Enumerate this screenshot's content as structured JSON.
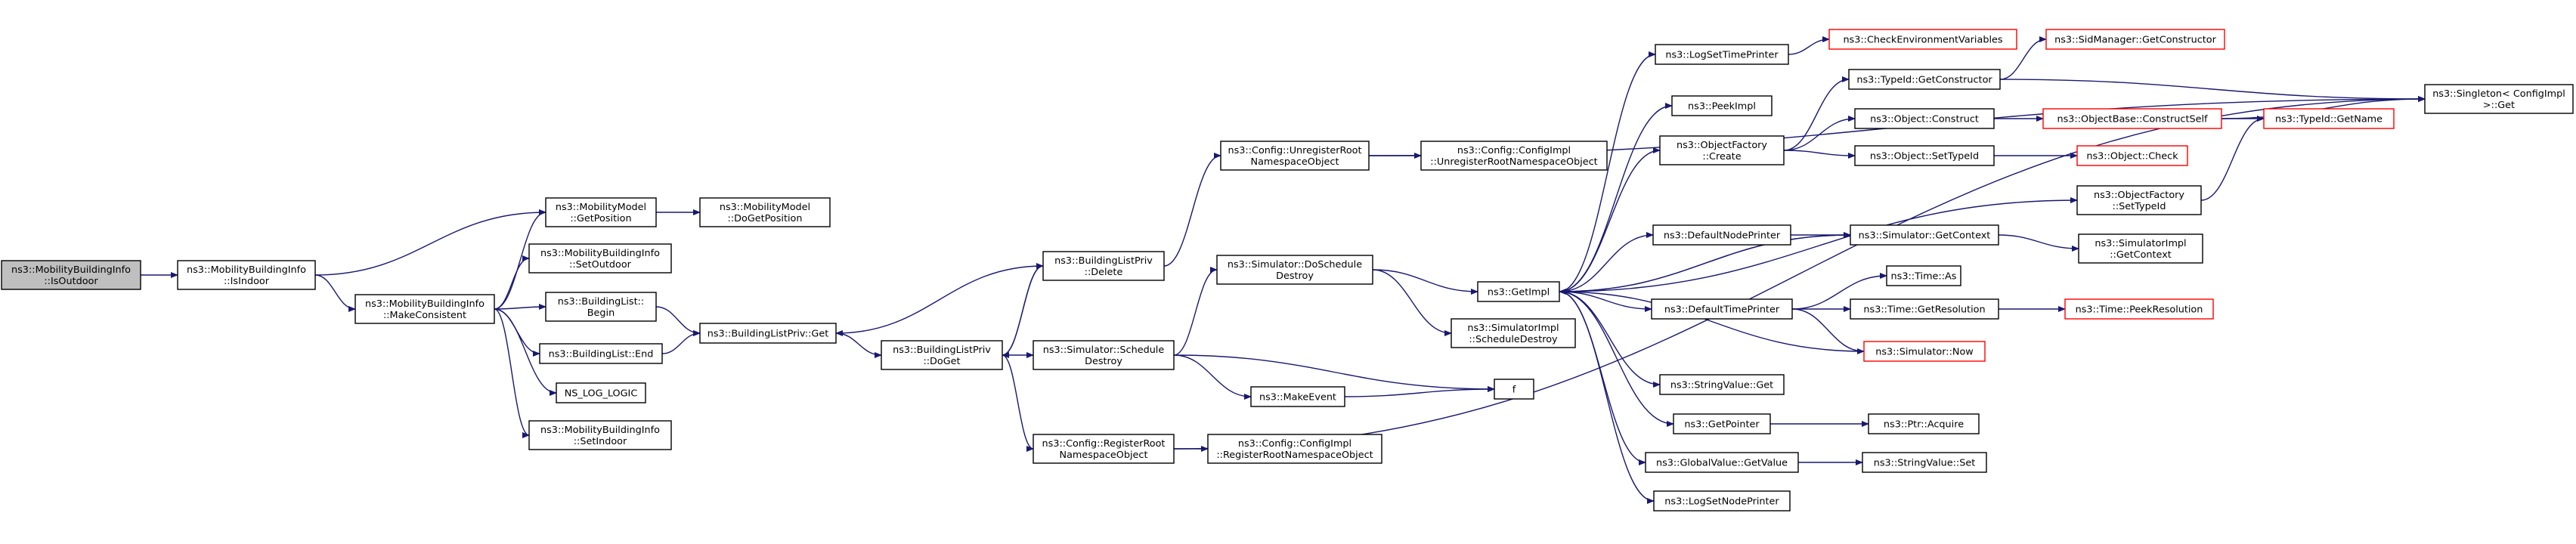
{
  "colors": {
    "edge": "#191970",
    "border_normal": "#000000",
    "border_truncated": "#ff0000",
    "fill_normal": "#ffffff",
    "fill_root": "#bfbfbf"
  },
  "nodes": [
    {
      "id": "isoutdoor",
      "lines": [
        "ns3::MobilityBuildingInfo",
        "::IsOutdoor"
      ],
      "style": "root"
    },
    {
      "id": "isindoor",
      "lines": [
        "ns3::MobilityBuildingInfo",
        "::IsIndoor"
      ],
      "style": "normal"
    },
    {
      "id": "makeconsistent",
      "lines": [
        "ns3::MobilityBuildingInfo",
        "::MakeConsistent"
      ],
      "style": "normal"
    },
    {
      "id": "getposition",
      "lines": [
        "ns3::MobilityModel",
        "::GetPosition"
      ],
      "style": "normal"
    },
    {
      "id": "dogetposition",
      "lines": [
        "ns3::MobilityModel",
        "::DoGetPosition"
      ],
      "style": "normal"
    },
    {
      "id": "setoutdoor",
      "lines": [
        "ns3::MobilityBuildingInfo",
        "::SetOutdoor"
      ],
      "style": "normal"
    },
    {
      "id": "blbegin",
      "lines": [
        "ns3::BuildingList::",
        "Begin"
      ],
      "style": "normal"
    },
    {
      "id": "blend",
      "lines": [
        "ns3::BuildingList::End"
      ],
      "style": "normal"
    },
    {
      "id": "nslog",
      "lines": [
        "NS_LOG_LOGIC"
      ],
      "style": "normal"
    },
    {
      "id": "setindoor",
      "lines": [
        "ns3::MobilityBuildingInfo",
        "::SetIndoor"
      ],
      "style": "normal"
    },
    {
      "id": "blpget",
      "lines": [
        "ns3::BuildingListPriv::Get"
      ],
      "style": "normal"
    },
    {
      "id": "blpdoget",
      "lines": [
        "ns3::BuildingListPriv",
        "::DoGet"
      ],
      "style": "normal"
    },
    {
      "id": "blpdelete",
      "lines": [
        "ns3::BuildingListPriv",
        "::Delete"
      ],
      "style": "normal"
    },
    {
      "id": "unregroot",
      "lines": [
        "ns3::Config::UnregisterRoot",
        "NamespaceObject"
      ],
      "style": "normal"
    },
    {
      "id": "cfgunreg",
      "lines": [
        "ns3::Config::ConfigImpl",
        "::UnregisterRootNamespaceObject"
      ],
      "style": "normal"
    },
    {
      "id": "doschedule",
      "lines": [
        "ns3::Simulator::DoSchedule",
        "Destroy"
      ],
      "style": "normal"
    },
    {
      "id": "scheddestroy",
      "lines": [
        "ns3::Simulator::Schedule",
        "Destroy"
      ],
      "style": "normal"
    },
    {
      "id": "simimplsched",
      "lines": [
        "ns3::SimulatorImpl",
        "::ScheduleDestroy"
      ],
      "style": "normal"
    },
    {
      "id": "makeevent",
      "lines": [
        "ns3::MakeEvent"
      ],
      "style": "normal"
    },
    {
      "id": "f",
      "lines": [
        "f"
      ],
      "style": "normal"
    },
    {
      "id": "regroot",
      "lines": [
        "ns3::Config::RegisterRoot",
        "NamespaceObject"
      ],
      "style": "normal"
    },
    {
      "id": "cfgreg",
      "lines": [
        "ns3::Config::ConfigImpl",
        "::RegisterRootNamespaceObject"
      ],
      "style": "normal"
    },
    {
      "id": "getimpl",
      "lines": [
        "ns3::GetImpl"
      ],
      "style": "normal"
    },
    {
      "id": "logsettime",
      "lines": [
        "ns3::LogSetTimePrinter"
      ],
      "style": "normal"
    },
    {
      "id": "peekimpl",
      "lines": [
        "ns3::PeekImpl"
      ],
      "style": "normal"
    },
    {
      "id": "objfactcreate",
      "lines": [
        "ns3::ObjectFactory",
        "::Create"
      ],
      "style": "normal"
    },
    {
      "id": "defnodeprinter",
      "lines": [
        "ns3::DefaultNodePrinter"
      ],
      "style": "normal"
    },
    {
      "id": "deftimeprinter",
      "lines": [
        "ns3::DefaultTimePrinter"
      ],
      "style": "normal"
    },
    {
      "id": "stringvalget",
      "lines": [
        "ns3::StringValue::Get"
      ],
      "style": "normal"
    },
    {
      "id": "getpointer",
      "lines": [
        "ns3::GetPointer"
      ],
      "style": "normal"
    },
    {
      "id": "globalvalget",
      "lines": [
        "ns3::GlobalValue::GetValue"
      ],
      "style": "normal"
    },
    {
      "id": "logsetnode",
      "lines": [
        "ns3::LogSetNodePrinter"
      ],
      "style": "normal"
    },
    {
      "id": "checkenv",
      "lines": [
        "ns3::CheckEnvironmentVariables"
      ],
      "style": "truncated"
    },
    {
      "id": "typeidgetctor",
      "lines": [
        "ns3::TypeId::GetConstructor"
      ],
      "style": "normal"
    },
    {
      "id": "objconstruct",
      "lines": [
        "ns3::Object::Construct"
      ],
      "style": "normal"
    },
    {
      "id": "objsettypeid",
      "lines": [
        "ns3::Object::SetTypeId"
      ],
      "style": "normal"
    },
    {
      "id": "objfactsettypeid",
      "lines": [
        "ns3::ObjectFactory",
        "::SetTypeId"
      ],
      "style": "normal"
    },
    {
      "id": "simgetcontext",
      "lines": [
        "ns3::Simulator::GetContext"
      ],
      "style": "normal"
    },
    {
      "id": "timeas",
      "lines": [
        "ns3::Time::As"
      ],
      "style": "normal"
    },
    {
      "id": "timegetres",
      "lines": [
        "ns3::Time::GetResolution"
      ],
      "style": "normal"
    },
    {
      "id": "simnow",
      "lines": [
        "ns3::Simulator::Now"
      ],
      "style": "truncated"
    },
    {
      "id": "ptracquire",
      "lines": [
        "ns3::Ptr::Acquire"
      ],
      "style": "normal"
    },
    {
      "id": "stringvalset",
      "lines": [
        "ns3::StringValue::Set"
      ],
      "style": "normal"
    },
    {
      "id": "sidmanager",
      "lines": [
        "ns3::SidManager::GetConstructor"
      ],
      "style": "truncated"
    },
    {
      "id": "objbaseconstruct",
      "lines": [
        "ns3::ObjectBase::ConstructSelf"
      ],
      "style": "truncated"
    },
    {
      "id": "objcheck",
      "lines": [
        "ns3::Object::Check"
      ],
      "style": "truncated"
    },
    {
      "id": "simimplgetctx",
      "lines": [
        "ns3::SimulatorImpl",
        "::GetContext"
      ],
      "style": "normal"
    },
    {
      "id": "timepeekres",
      "lines": [
        "ns3::Time::PeekResolution"
      ],
      "style": "truncated"
    },
    {
      "id": "typeidgetname",
      "lines": [
        "ns3::TypeId::GetName"
      ],
      "style": "truncated"
    },
    {
      "id": "singleton",
      "lines": [
        "ns3::Singleton< ConfigImpl",
        ">::Get"
      ],
      "style": "normal"
    }
  ],
  "edges": [
    [
      "isoutdoor",
      "isindoor"
    ],
    [
      "isindoor",
      "makeconsistent"
    ],
    [
      "isindoor",
      "getposition"
    ],
    [
      "makeconsistent",
      "getposition"
    ],
    [
      "makeconsistent",
      "setoutdoor"
    ],
    [
      "makeconsistent",
      "blbegin"
    ],
    [
      "makeconsistent",
      "blend"
    ],
    [
      "makeconsistent",
      "nslog"
    ],
    [
      "makeconsistent",
      "setindoor"
    ],
    [
      "getposition",
      "dogetposition"
    ],
    [
      "blbegin",
      "blpget"
    ],
    [
      "blend",
      "blpget"
    ],
    [
      "blpget",
      "blpdoget"
    ],
    [
      "blpdoget",
      "blpdelete"
    ],
    [
      "blpdelete",
      "blpdoget"
    ],
    [
      "blpdelete",
      "blpget"
    ],
    [
      "blpdelete",
      "unregroot"
    ],
    [
      "blpdoget",
      "scheddestroy"
    ],
    [
      "blpdoget",
      "regroot"
    ],
    [
      "unregroot",
      "cfgunreg"
    ],
    [
      "unregroot",
      "singleton"
    ],
    [
      "scheddestroy",
      "doschedule"
    ],
    [
      "scheddestroy",
      "makeevent"
    ],
    [
      "scheddestroy",
      "f"
    ],
    [
      "makeevent",
      "f"
    ],
    [
      "doschedule",
      "getimpl"
    ],
    [
      "doschedule",
      "simimplsched"
    ],
    [
      "regroot",
      "cfgreg"
    ],
    [
      "regroot",
      "singleton"
    ],
    [
      "getimpl",
      "logsettime"
    ],
    [
      "getimpl",
      "peekimpl"
    ],
    [
      "getimpl",
      "objfactcreate"
    ],
    [
      "getimpl",
      "objfactsettypeid"
    ],
    [
      "getimpl",
      "defnodeprinter"
    ],
    [
      "getimpl",
      "simgetcontext"
    ],
    [
      "getimpl",
      "deftimeprinter"
    ],
    [
      "getimpl",
      "stringvalget"
    ],
    [
      "getimpl",
      "getpointer"
    ],
    [
      "getimpl",
      "globalvalget"
    ],
    [
      "getimpl",
      "logsetnode"
    ],
    [
      "logsettime",
      "checkenv"
    ],
    [
      "objfactcreate",
      "typeidgetctor"
    ],
    [
      "objfactcreate",
      "objconstruct"
    ],
    [
      "objfactcreate",
      "objsettypeid"
    ],
    [
      "typeidgetctor",
      "sidmanager"
    ],
    [
      "typeidgetctor",
      "singleton"
    ],
    [
      "objconstruct",
      "objbaseconstruct"
    ],
    [
      "objbaseconstruct",
      "typeidgetname"
    ],
    [
      "objbaseconstruct",
      "singleton"
    ],
    [
      "objsettypeid",
      "objcheck"
    ],
    [
      "objfactsettypeid",
      "typeidgetname"
    ],
    [
      "defnodeprinter",
      "simgetcontext"
    ],
    [
      "simgetcontext",
      "getimpl"
    ],
    [
      "simgetcontext",
      "simimplgetctx"
    ],
    [
      "deftimeprinter",
      "timeas"
    ],
    [
      "deftimeprinter",
      "timegetres"
    ],
    [
      "deftimeprinter",
      "simnow"
    ],
    [
      "simnow",
      "getimpl"
    ],
    [
      "timegetres",
      "timepeekres"
    ],
    [
      "getpointer",
      "ptracquire"
    ],
    [
      "globalvalget",
      "stringvalset"
    ]
  ]
}
